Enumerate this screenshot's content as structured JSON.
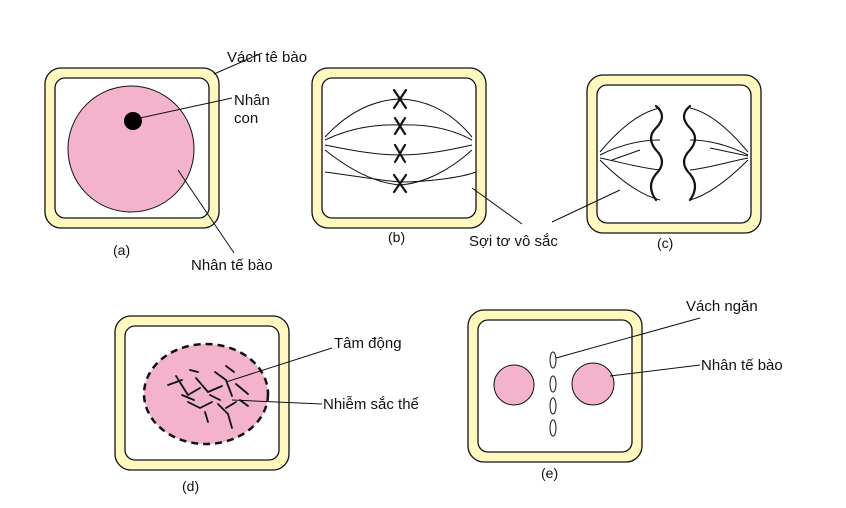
{
  "labels": {
    "cell_wall": "Vách tê bào",
    "nucleolus_line1": "Nhân",
    "nucleolus_line2": "con",
    "nucleus_a": "Nhân tế bào",
    "spindle": "Sợi tơ vô sắc",
    "centromere": "Tâm động",
    "chromosome": "Nhiễm sắc thể",
    "septum": "Vách ngăn",
    "nucleus_e": "Nhân tế bào"
  },
  "captions": {
    "a": "(a)",
    "b": "(b)",
    "c": "(c)",
    "d": "(d)",
    "e": "(e)"
  },
  "colors": {
    "cell_wall_fill": "#fff9c0",
    "nucleus_fill": "#f4b3cc",
    "outline": "#111111"
  }
}
